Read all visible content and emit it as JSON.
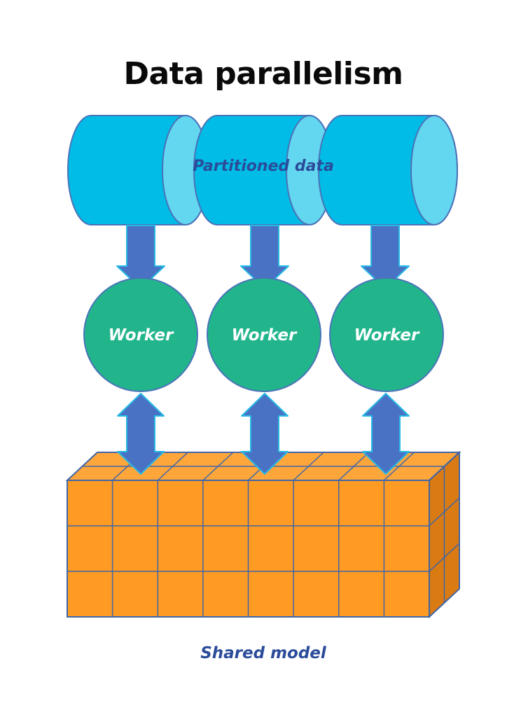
{
  "title": "Data parallelism",
  "data_label": "Partitioned data",
  "workers": [
    {
      "label": "Worker"
    },
    {
      "label": "Worker"
    },
    {
      "label": "Worker"
    }
  ],
  "model_label": "Shared model",
  "colors": {
    "cylinder_body": "#00bce6",
    "cylinder_end": "#63d6f0",
    "cylinder_stroke": "#4a73b8",
    "worker": "#22b58c",
    "worker_stroke": "#4a73b8",
    "arrow": "#4a72c4",
    "arrow_stroke": "#27b9e6",
    "cube_front": "#ff9a22",
    "cube_top": "#ffa63b",
    "cube_side": "#d97a12",
    "grid_stroke": "#3f66a8",
    "title": "#0a0a0a",
    "label_blue": "#2b4c9a"
  }
}
